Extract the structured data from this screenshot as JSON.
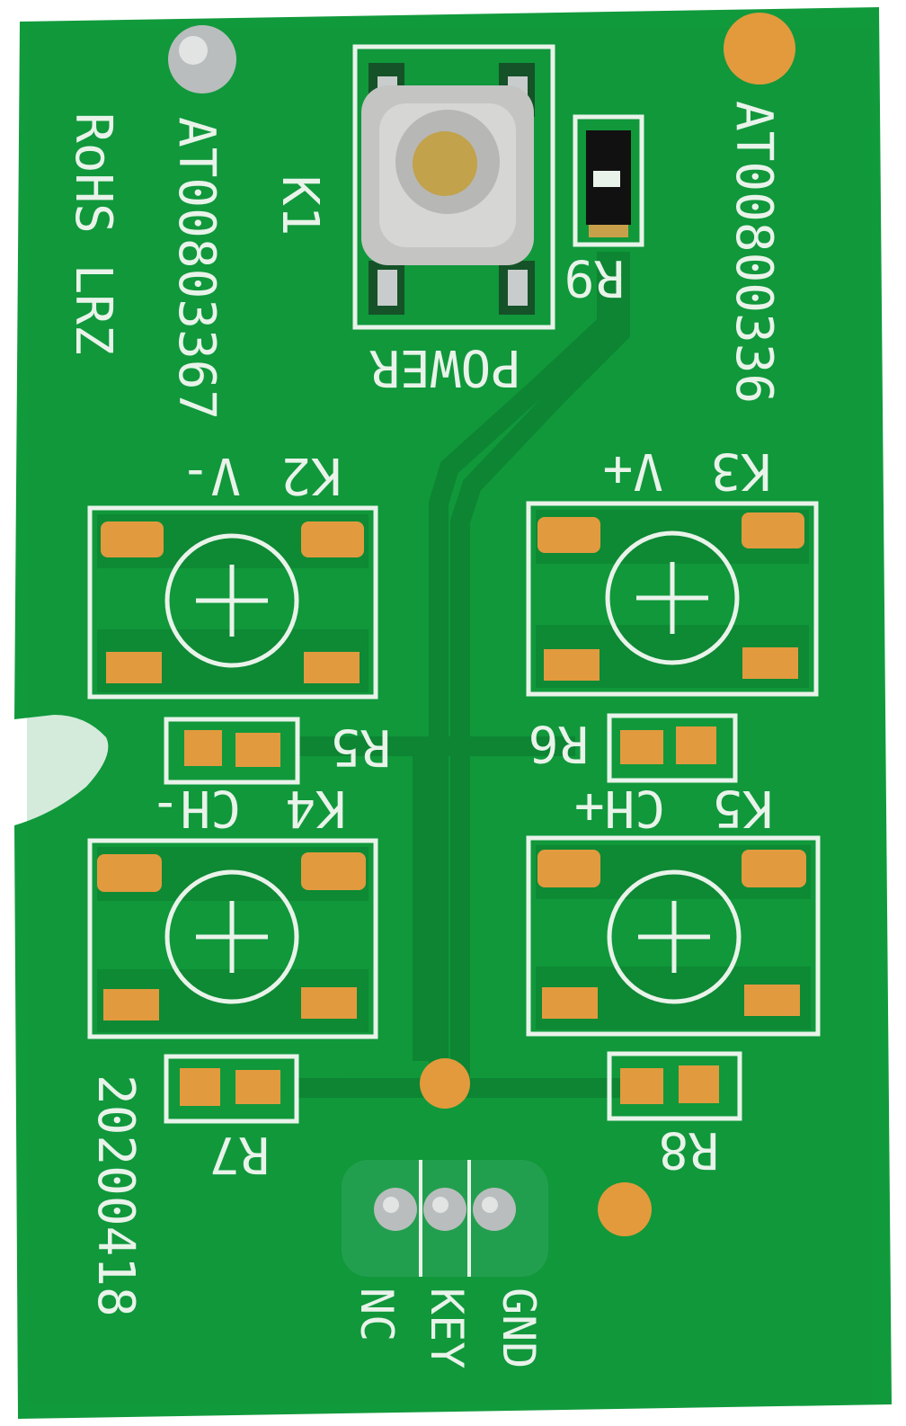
{
  "board": {
    "colors": {
      "board_green": "#119a3c",
      "trace_green": "#0f8a35",
      "silkscreen": "#e9f3ea",
      "pad_orange": "#e29a3e",
      "solder_silver": "#b9bdbd",
      "via_orange": "#e39a3c"
    },
    "labels": {
      "part_left": "AT00803367",
      "part_right": "AT00800336",
      "rohs": "RoHS LRZ",
      "k1": "K1",
      "power": "POWER",
      "r9": "R9",
      "k2": "K2",
      "v_minus": "V-",
      "k3": "K3",
      "v_plus": "V+",
      "r5": "R5",
      "r6": "R6",
      "k4": "K4",
      "ch_minus": "CH-",
      "k5": "K5",
      "ch_plus": "CH+",
      "r7": "R7",
      "r8": "R8",
      "date": "20200418",
      "gnd": "GND",
      "key": "KEY",
      "nc": "NC"
    },
    "icons": {
      "push_button": "tactile-switch-icon",
      "key_pad": "plus-cross-icon"
    }
  }
}
